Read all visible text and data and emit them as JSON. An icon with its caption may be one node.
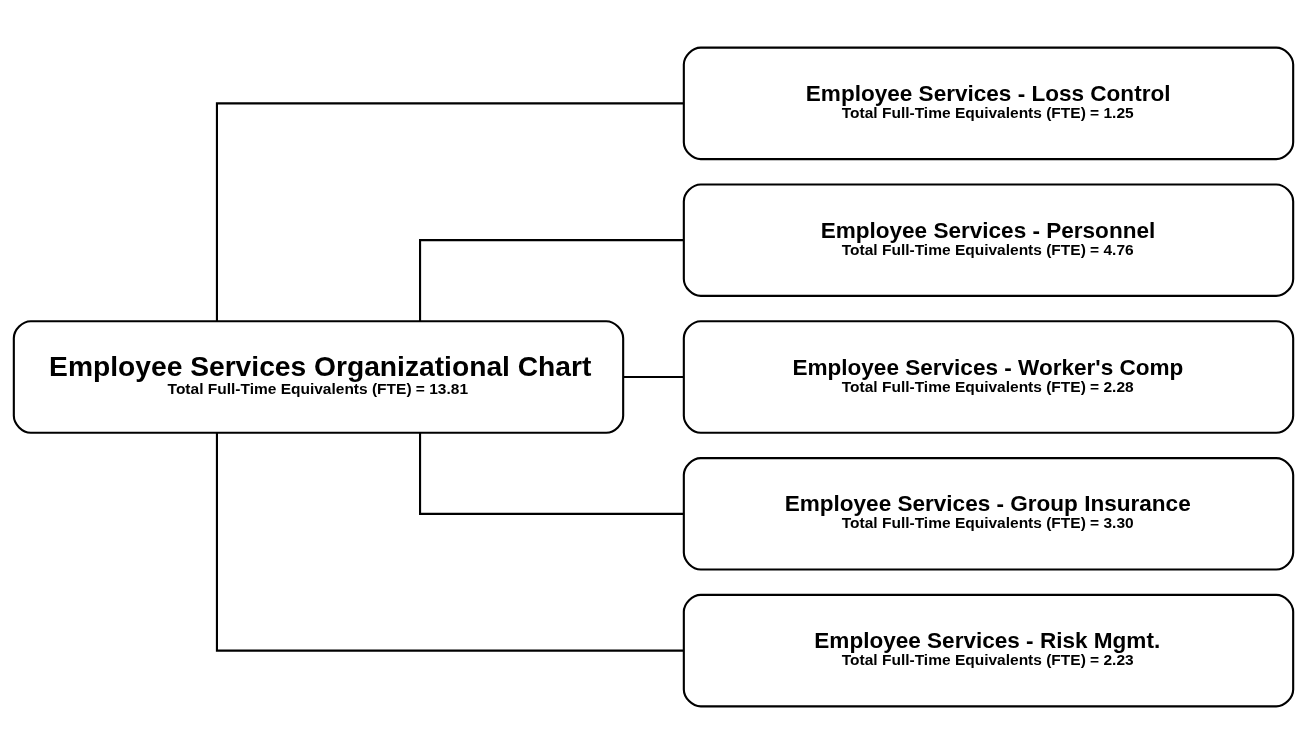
{
  "diagram": {
    "nodes": [
      {
        "text": [
          "Employee Services Organizational Chart",
          "Total Full-Time Equivalents (FTE) = 13.81"
        ]
      },
      {
        "text": [
          "Employee Services - Loss Control",
          "Total Full-Time Equivalents (FTE) = 1.25"
        ]
      },
      {
        "text": [
          "Employee Services - Personnel",
          "Total Full-Time Equivalents (FTE) = 4.76"
        ]
      },
      {
        "text": [
          "Employee Services - Worker's Comp",
          "Total Full-Time Equivalents (FTE) = 2.28"
        ]
      },
      {
        "text": [
          "Employee Services - Group Insurance",
          "Total Full-Time Equivalents (FTE) = 3.30"
        ]
      },
      {
        "text": [
          "Employee Services - Risk Mgmt.",
          "Total Full-Time Equivalents (FTE) = 2.23"
        ]
      }
    ],
    "edges": [
      {
        "from": 0,
        "to": 1,
        "arrow": "none"
      },
      {
        "from": 0,
        "to": 2,
        "arrow": "none"
      },
      {
        "from": 0,
        "to": 3,
        "arrow": "none"
      },
      {
        "from": 0,
        "to": 4,
        "arrow": "none"
      },
      {
        "from": 0,
        "to": 5,
        "arrow": "none"
      }
    ]
  }
}
